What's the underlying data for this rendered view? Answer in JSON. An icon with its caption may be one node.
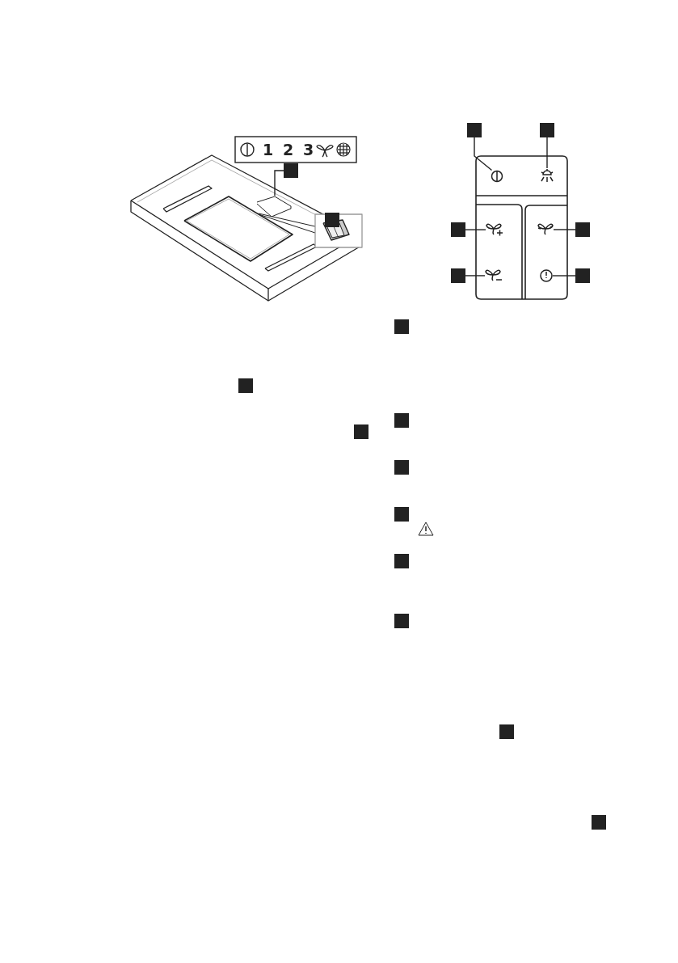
{
  "diagram": {
    "nodes": [
      {
        "text": [],
        "shape": "box"
      },
      {
        "text": [],
        "shape": "box"
      },
      {
        "text": [],
        "shape": "box"
      },
      {
        "text": [],
        "shape": "box"
      },
      {
        "text": [],
        "shape": "box"
      },
      {
        "text": [],
        "shape": "box"
      },
      {
        "text": [],
        "shape": "box"
      },
      {
        "text": [],
        "shape": "box"
      },
      {
        "text": [],
        "shape": "box"
      },
      {
        "text": [],
        "shape": "box"
      },
      {
        "text": [],
        "shape": "box"
      },
      {
        "text": [],
        "shape": "box"
      },
      {
        "text": [],
        "shape": "box"
      },
      {
        "text": [],
        "shape": "box"
      },
      {
        "text": [],
        "shape": "box"
      },
      {
        "text": [],
        "shape": "box"
      },
      {
        "text": [],
        "shape": "box"
      },
      {
        "text": [],
        "shape": "box"
      },
      {
        "text": [],
        "shape": "panel"
      },
      {
        "text": [],
        "shape": "button"
      },
      {
        "text": [],
        "shape": "button"
      },
      {
        "text": [],
        "shape": "button"
      },
      {
        "text": [],
        "shape": "button"
      },
      {
        "text": [],
        "shape": "button"
      },
      {
        "text": [],
        "shape": "button"
      }
    ],
    "edges": [
      {
        "from": 0,
        "to": 18,
        "arrow": "none"
      },
      {
        "from": 2,
        "to": 19,
        "arrow": "none"
      },
      {
        "from": 3,
        "to": 20,
        "arrow": "none"
      },
      {
        "from": 4,
        "to": 21,
        "arrow": "none"
      },
      {
        "from": 5,
        "to": 22,
        "arrow": "none"
      },
      {
        "from": 6,
        "to": 23,
        "arrow": "none"
      },
      {
        "from": 7,
        "to": 24,
        "arrow": "none"
      }
    ],
    "labels": [
      "1",
      "2",
      "3"
    ]
  }
}
